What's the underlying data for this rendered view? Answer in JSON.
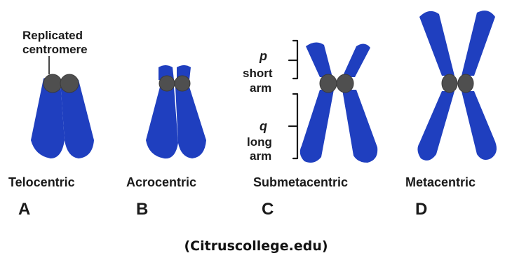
{
  "colors": {
    "chromosome": "#1f3fbf",
    "centromere": "#4f4f4f"
  },
  "annotations": {
    "replicated_centromere": [
      "Replicated",
      "centromere"
    ],
    "p_label": "p",
    "short_arm": [
      "short",
      "arm"
    ],
    "q_label": "q",
    "long_arm": [
      "long",
      "arm"
    ]
  },
  "types": [
    {
      "name": "Telocentric",
      "letter": "A"
    },
    {
      "name": "Acrocentric",
      "letter": "B"
    },
    {
      "name": "Submetacentric",
      "letter": "C"
    },
    {
      "name": "Metacentric",
      "letter": "D"
    }
  ],
  "credit": "(Citruscollege.edu)"
}
